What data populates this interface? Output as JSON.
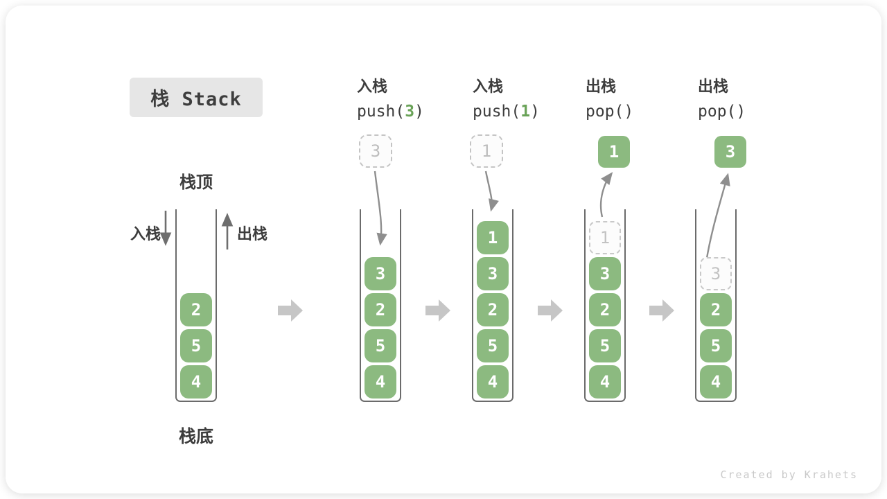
{
  "title": "栈 Stack",
  "labels": {
    "stack_top": "栈顶",
    "stack_bottom": "栈底",
    "push_label": "入栈",
    "pop_label": "出栈"
  },
  "operations": [
    {
      "name_cn": "入栈",
      "code_pre": "push(",
      "code_arg": "3",
      "code_post": ")"
    },
    {
      "name_cn": "入栈",
      "code_pre": "push(",
      "code_arg": "1",
      "code_post": ")"
    },
    {
      "name_cn": "出栈",
      "code_pre": "pop(",
      "code_arg": "",
      "code_post": ")"
    },
    {
      "name_cn": "出栈",
      "code_pre": "pop(",
      "code_arg": "",
      "code_post": ")"
    }
  ],
  "diagrams": [
    {
      "cells": [
        "2",
        "5",
        "4"
      ]
    },
    {
      "float_value": "3",
      "cells": [
        "3",
        "2",
        "5",
        "4"
      ]
    },
    {
      "float_value": "1",
      "cells": [
        "1",
        "3",
        "2",
        "5",
        "4"
      ]
    },
    {
      "float_value": "1",
      "ghost": "1",
      "cells": [
        "3",
        "2",
        "5",
        "4"
      ]
    },
    {
      "float_value": "3",
      "ghost": "3",
      "cells": [
        "2",
        "5",
        "4"
      ]
    }
  ],
  "watermark": "Created by Krahets",
  "colors": {
    "cell_green": "#8cba80",
    "code_arg_green": "#69a257",
    "flow_arrow_gray": "#c6c6c6"
  }
}
